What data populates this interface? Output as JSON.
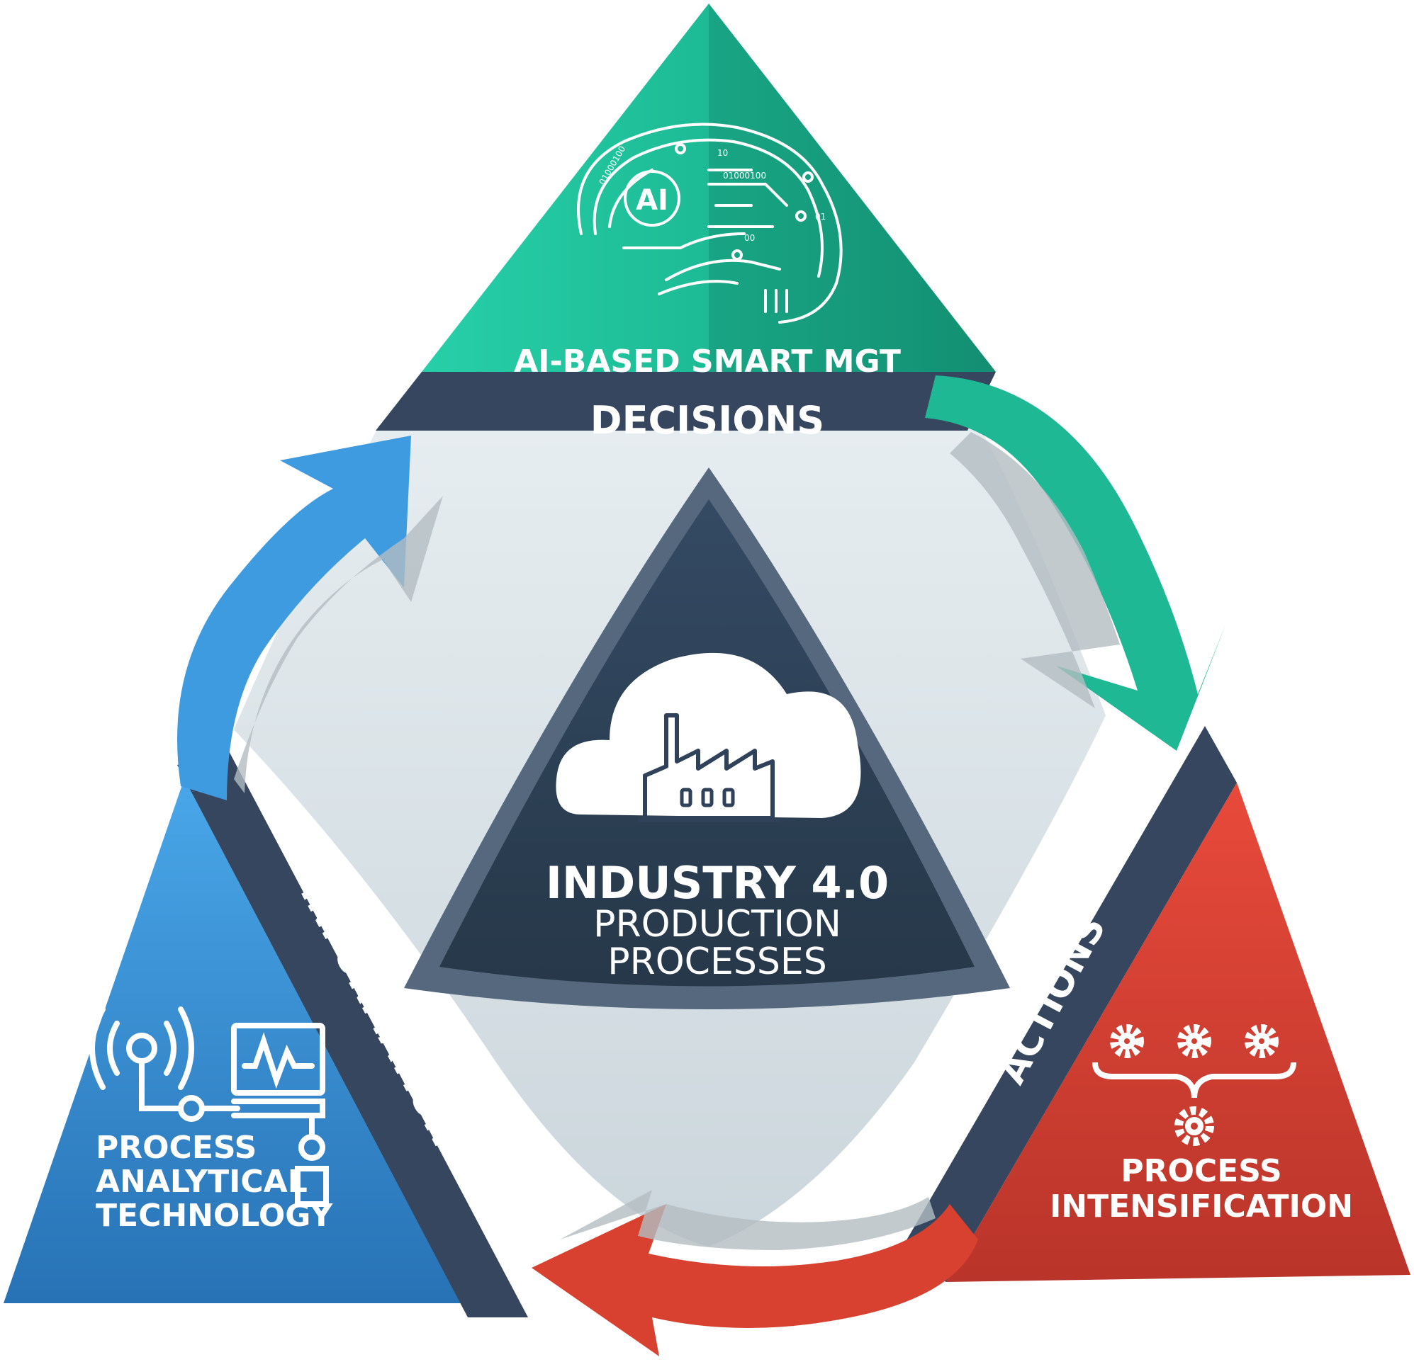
{
  "center": {
    "title": "INDUSTRY 4.0",
    "line1": "PRODUCTION",
    "line2": "PROCESSES"
  },
  "top": {
    "label": "AI-BASED SMART MGT",
    "band": "DECISIONS",
    "icon_text": "AI",
    "binary_1": "01000100",
    "binary_2": "01000100",
    "binary_3": "10",
    "binary_4": "00",
    "binary_5": "01",
    "color": "#1fb894"
  },
  "left": {
    "label_line1": "PROCESS",
    "label_line2": "ANALYTICAL",
    "label_line3": "TECHNOLOGY",
    "band": "INFORMATION",
    "color": "#3a97db"
  },
  "right": {
    "label_line1": "PROCESS",
    "label_line2": "INTENSIFICATION",
    "band": "ACTIONS",
    "color": "#dc4535"
  },
  "colors": {
    "band": "#35465e",
    "center": "#2f4259",
    "inner": "#dbe4e8",
    "green_arrow": "#1fb894",
    "blue_arrow": "#3e9be0",
    "red_arrow": "#d8402f"
  },
  "icons": {
    "top": "ai-brain-circuit-icon",
    "center": "cloud-factory-icon",
    "left": "sensor-monitor-icon",
    "right": "gears-icon"
  }
}
